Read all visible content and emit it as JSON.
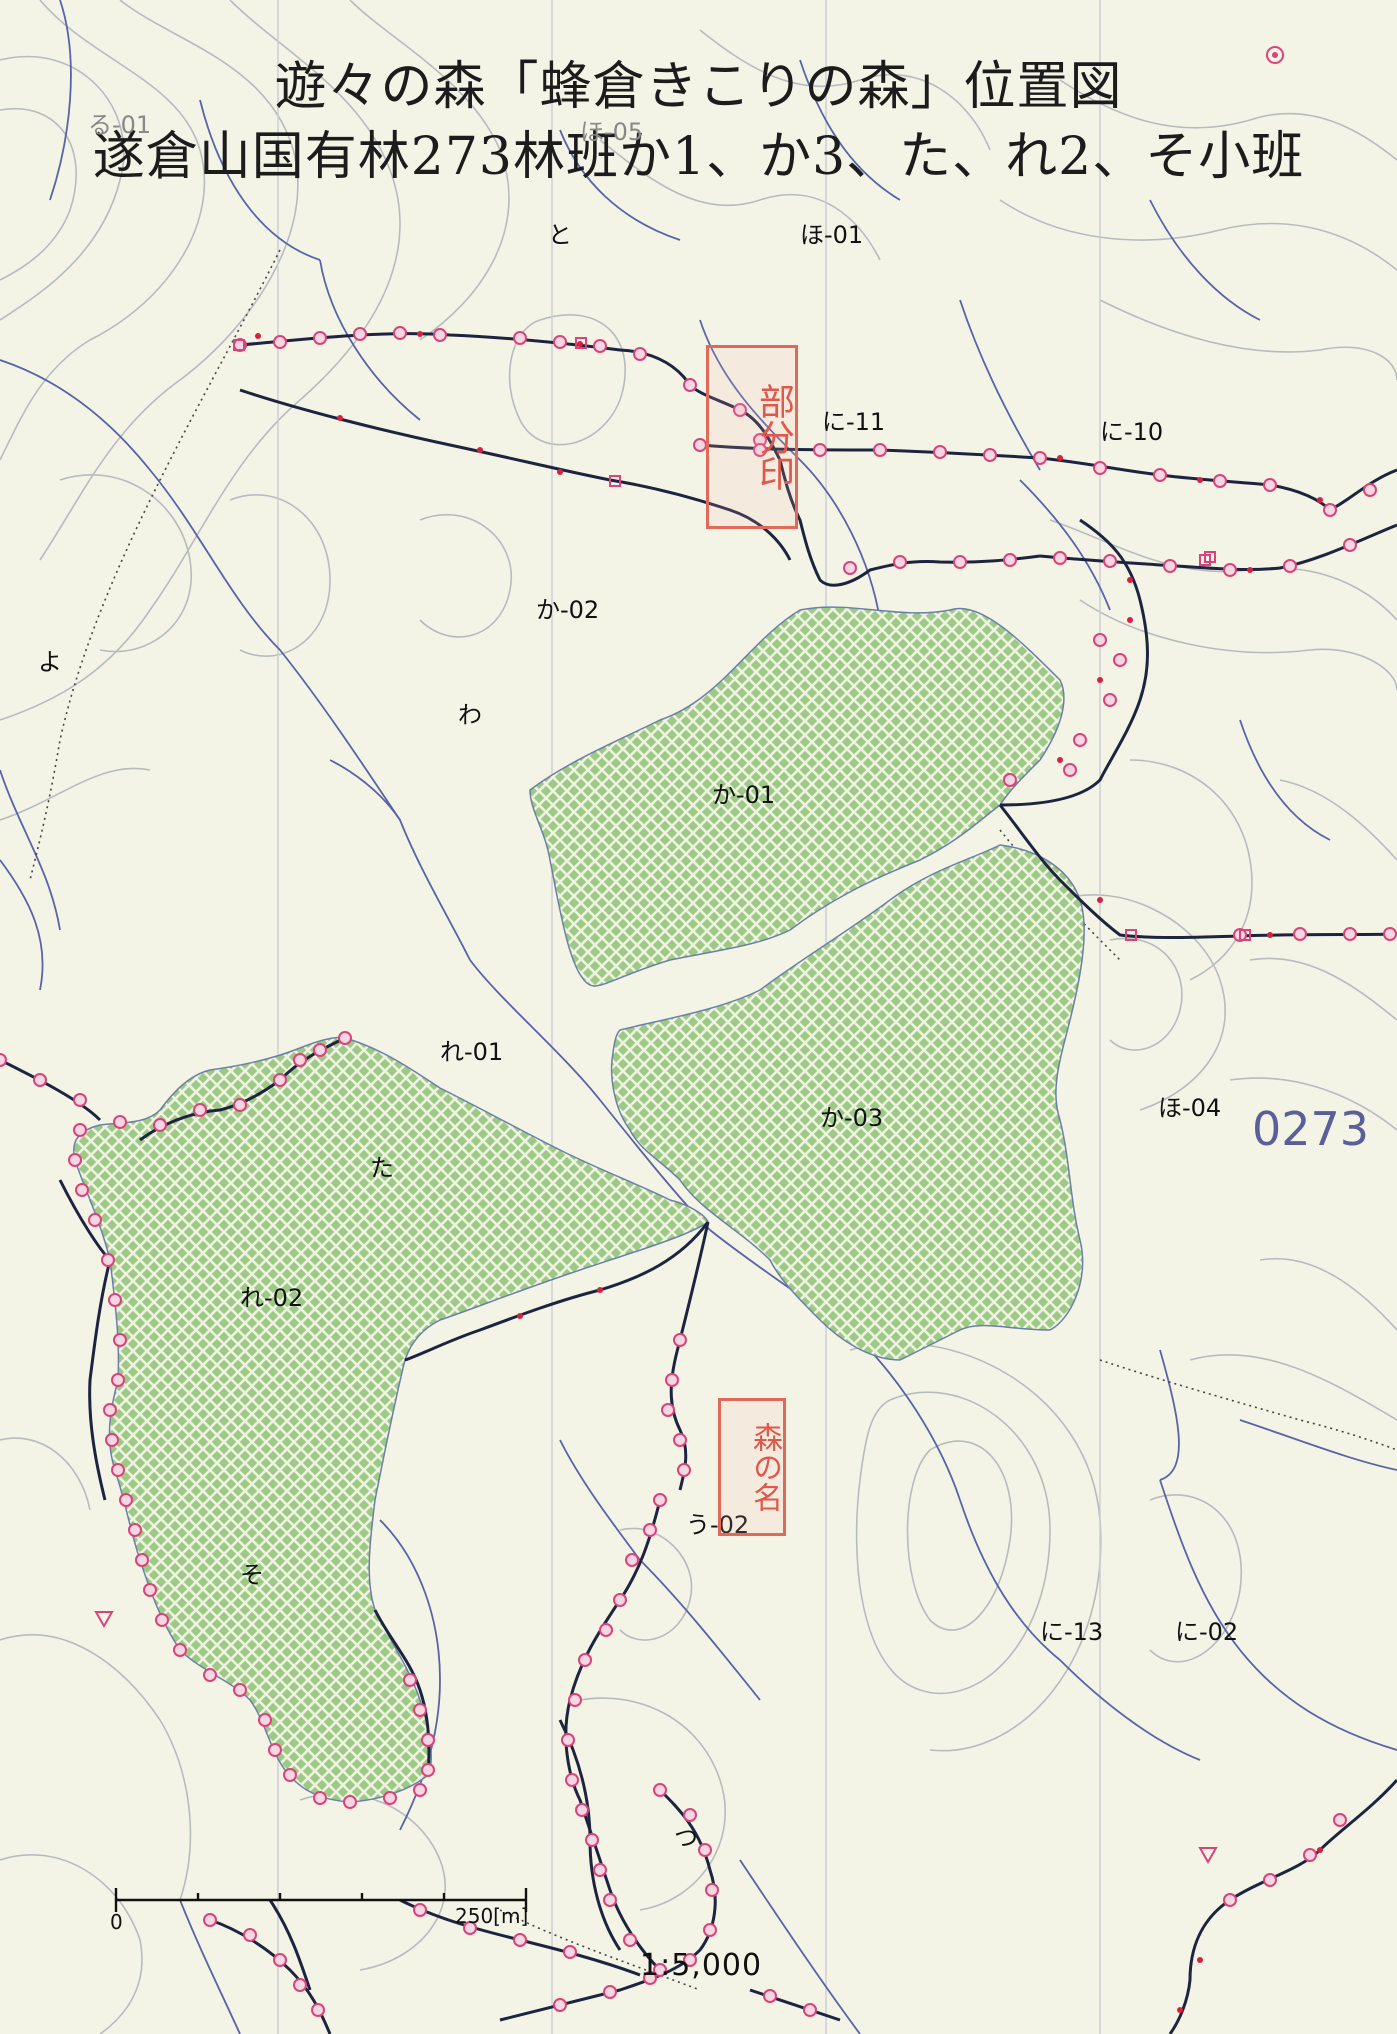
{
  "title": {
    "line1": "遊々の森「蜂倉きこりの森」位置図",
    "line2": "遂倉山国有林273林班か1、か3、た、れ2、そ小班"
  },
  "compartment_number": "0273",
  "subcompartments": {
    "to": "と",
    "ho01": "ほ-01",
    "ni11": "に-11",
    "ni10": "に-10",
    "ka02": "か-02",
    "yo": "よ",
    "wa": "わ",
    "ka01": "か-01",
    "re01": "れ-01",
    "ta": "た",
    "ka03": "か-03",
    "ho04": "ほ-04",
    "re02": "れ-02",
    "u02": "う-02",
    "so": "そ",
    "ni13": "に-13",
    "ni02": "に-02",
    "tsu": "つ"
  },
  "faint_labels": {
    "ho05": "ほ-05",
    "ru01": "る-01"
  },
  "stamps": {
    "upper": "部分印",
    "lower": "森の名"
  },
  "scale": {
    "zero": "0",
    "distance": "250[m]",
    "ratio": "1:5,000"
  },
  "colors": {
    "background": "#f3f4e6",
    "forest_hatch": "#8fbf78",
    "boundary": "#1e2440",
    "stream": "#5a62a8",
    "contour": "#b4b8bc",
    "marker": "#d8447a"
  }
}
